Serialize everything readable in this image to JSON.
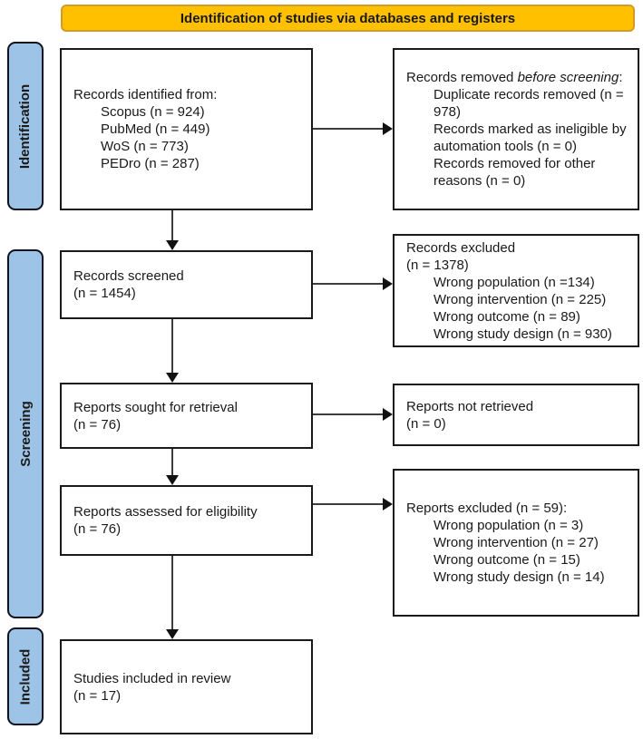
{
  "title": "Identification of studies via databases and registers",
  "colors": {
    "banner_fill": "#FFC000",
    "banner_border": "#d29b27",
    "stage_fill": "#9DC3E6",
    "stage_border": "#10131f",
    "box_border": "#1a1a1a",
    "arrow_line": "#3d3d3d",
    "arrow_head": "#111111"
  },
  "stages": {
    "identification": "Identification",
    "screening": "Screening",
    "included": "Included"
  },
  "boxes": {
    "records_identified": {
      "heading": "Records identified from:",
      "items": [
        "Scopus (n = 924)",
        "PubMed (n = 449)",
        "WoS (n = 773)",
        "PEDro (n = 287)"
      ]
    },
    "records_removed": {
      "heading_normal": "Records removed ",
      "heading_italic": "before screening",
      "heading_suffix": ":",
      "items": [
        "Duplicate records removed (n = 978)",
        "Records marked as ineligible by automation tools (n = 0)",
        "Records removed for other reasons (n = 0)"
      ]
    },
    "records_screened": {
      "line1": "Records screened",
      "line2": "(n = 1454)"
    },
    "records_excluded": {
      "line1": "Records excluded",
      "line2": "(n = 1378)",
      "items": [
        "Wrong population (n =134)",
        "Wrong intervention (n = 225)",
        "Wrong outcome (n = 89)",
        "Wrong study design (n = 930)"
      ]
    },
    "reports_sought": {
      "line1": "Reports sought for retrieval",
      "line2": "(n = 76)"
    },
    "reports_not_retrieved": {
      "line1": "Reports not retrieved",
      "line2": "(n = 0)"
    },
    "reports_assessed": {
      "line1": "Reports assessed for eligibility",
      "line2": "(n = 76)"
    },
    "reports_excluded": {
      "heading": "Reports excluded (n = 59):",
      "items": [
        "Wrong population (n = 3)",
        "Wrong intervention (n = 27)",
        "Wrong outcome (n = 15)",
        "Wrong study design (n = 14)"
      ]
    },
    "studies_included": {
      "line1": "Studies included in review",
      "line2": "(n = 17)"
    }
  }
}
